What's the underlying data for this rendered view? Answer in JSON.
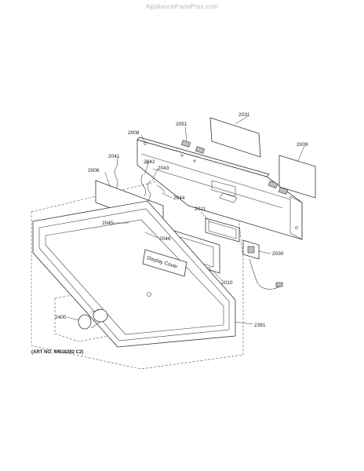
{
  "watermark": "AppliancePartsPros.com",
  "art_number": "(ART NO. WB18392 C2)",
  "display_cover_label": "Display Cover",
  "parts": [
    {
      "id": "2031"
    },
    {
      "id": "2051"
    },
    {
      "id": "2008"
    },
    {
      "id": "2009"
    },
    {
      "id": "2041"
    },
    {
      "id": "2042"
    },
    {
      "id": "2043"
    },
    {
      "id": "2006"
    },
    {
      "id": "2044"
    },
    {
      "id": "2011"
    },
    {
      "id": "2045"
    },
    {
      "id": "2046"
    },
    {
      "id": "2030"
    },
    {
      "id": "2010"
    },
    {
      "id": "2400"
    },
    {
      "id": "2381"
    }
  ]
}
